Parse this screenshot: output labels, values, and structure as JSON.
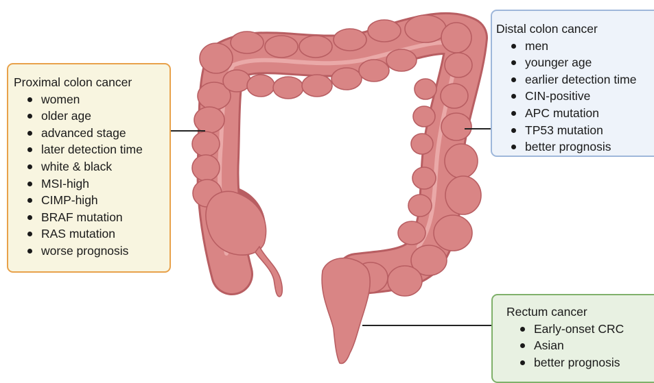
{
  "colors": {
    "colon_fill": "#d98585",
    "colon_dark": "#b85e62",
    "colon_light": "#edb2b0",
    "proximal_border": "#e8a14a",
    "proximal_bg": "#f8f5e0",
    "distal_border": "#9eb7da",
    "distal_bg": "#eef3fa",
    "rectum_border": "#7fb06a",
    "rectum_bg": "#e8f1e2"
  },
  "proximal": {
    "title": "Proximal colon cancer",
    "items": [
      "women",
      "older age",
      "advanced stage",
      "later detection time",
      "white & black",
      "MSI-high",
      "CIMP-high",
      "BRAF mutation",
      "RAS mutation",
      "worse prognosis"
    ]
  },
  "distal": {
    "title": "Distal colon cancer",
    "items": [
      "men",
      "younger age",
      "earlier detection time",
      "CIN-positive",
      "APC mutation",
      "TP53 mutation",
      "better prognosis"
    ]
  },
  "rectum": {
    "title": "Rectum cancer",
    "items": [
      "Early-onset CRC",
      "Asian",
      "better prognosis"
    ]
  }
}
